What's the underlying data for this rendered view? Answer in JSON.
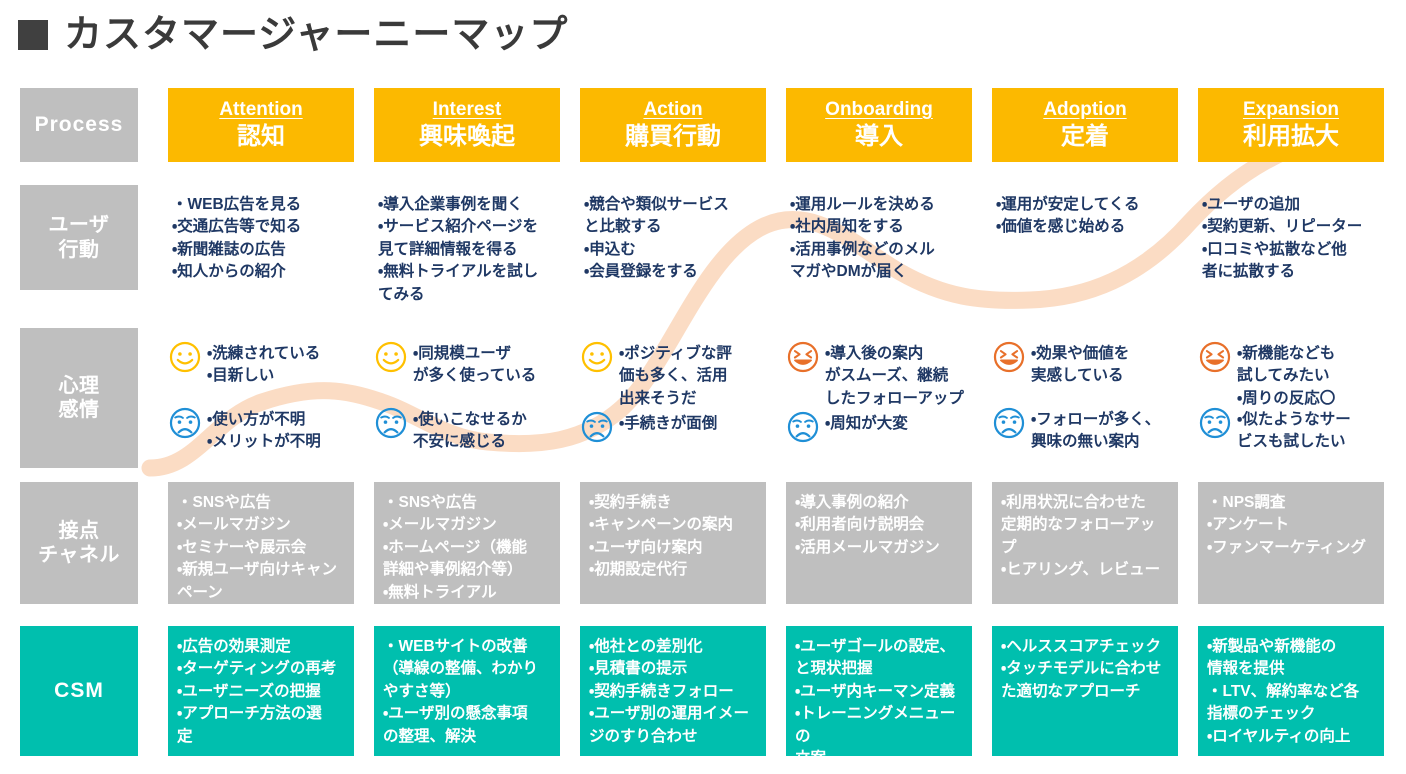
{
  "title": {
    "marker_icon": "square-marker-icon",
    "text": "カスタマージャーニーマップ"
  },
  "colors": {
    "header_yellow": "#fcb900",
    "label_gray": "#bfbfbf",
    "csm_teal": "#00bfae",
    "text_navy": "#1f3864",
    "curve_peach": "#fbdcc4",
    "face_happy_yellow": "#ffc000",
    "face_excited_orange": "#e8702a",
    "face_sad_blue": "#1f8fd6"
  },
  "row_labels": [
    {
      "name": "process",
      "text": "Process",
      "style": "latin-gray"
    },
    {
      "name": "user-action",
      "line1": "ユーザ",
      "line2": "行動",
      "style": "gray"
    },
    {
      "name": "psychology-emotion",
      "line1": "心理",
      "line2": "感情",
      "style": "gray"
    },
    {
      "name": "touchpoint-channel",
      "line1": "接点",
      "line2": "チャネル",
      "style": "gray"
    },
    {
      "name": "csm",
      "text": "CSM",
      "style": "latin-teal"
    }
  ],
  "stages": [
    {
      "en": "Attention",
      "ja": "認知"
    },
    {
      "en": "Interest",
      "ja": "興味喚起"
    },
    {
      "en": "Action",
      "ja": "購買行動"
    },
    {
      "en": "Onboarding",
      "ja": "導入"
    },
    {
      "en": "Adoption",
      "ja": "定着"
    },
    {
      "en": "Expansion",
      "ja": "利用拡大"
    }
  ],
  "user_action": [
    {
      "lines": [
        "・WEB広告を見る",
        "・交通広告等で知る",
        "・新聞雑誌の広告",
        "・知人からの紹介"
      ]
    },
    {
      "lines": [
        "・導入企業事例を聞く",
        "・サービス紹介ページを",
        "見て詳細情報を得る",
        "・無料トライアルを試し",
        "てみる"
      ]
    },
    {
      "lines": [
        "・競合や類似サービス",
        "と比較する",
        "・申込む",
        "・会員登録をする"
      ]
    },
    {
      "lines": [
        "・運用ルールを決める",
        "・社内周知をする",
        "・活用事例などのメル",
        "マガやDMが届く"
      ]
    },
    {
      "lines": [
        "・運用が安定してくる",
        "・価値を感じ始める"
      ]
    },
    {
      "lines": [
        "・ユーザの追加",
        "・契約更新、リピーター",
        "・口コミや拡散など他",
        "者に拡散する"
      ]
    }
  ],
  "emotions": [
    {
      "positive": {
        "face": "happy-face-icon",
        "lines": [
          "・洗練されている",
          "・目新しい"
        ]
      },
      "negative": {
        "face": "sad-face-icon",
        "lines": [
          "・使い方が不明",
          "・メリットが不明"
        ]
      }
    },
    {
      "positive": {
        "face": "happy-face-icon",
        "lines": [
          "・同規模ユーザ",
          "が多く使っている"
        ]
      },
      "negative": {
        "face": "sad-face-icon",
        "lines": [
          "・使いこなせるか",
          "不安に感じる"
        ]
      }
    },
    {
      "positive": {
        "face": "happy-face-icon",
        "lines": [
          "・ポジティブな評",
          "価も多く、活用",
          "出来そうだ"
        ]
      },
      "negative": {
        "face": "sad-face-icon",
        "lines": [
          "・手続きが面倒"
        ]
      }
    },
    {
      "positive": {
        "face": "excited-face-icon",
        "lines": [
          "・導入後の案内",
          "がスムーズ、継続",
          "したフォローアップ"
        ]
      },
      "negative": {
        "face": "sad-face-icon",
        "lines": [
          "・周知が大変"
        ]
      }
    },
    {
      "positive": {
        "face": "excited-face-icon",
        "lines": [
          "・効果や価値を",
          "実感している"
        ]
      },
      "negative": {
        "face": "sad-face-icon",
        "lines": [
          "・フォローが多く、",
          "興味の無い案内"
        ]
      }
    },
    {
      "positive": {
        "face": "excited-face-icon",
        "lines": [
          "・新機能なども",
          "試してみたい",
          "・周りの反応〇"
        ]
      },
      "negative": {
        "face": "sad-face-icon",
        "lines": [
          "・似たようなサー",
          "ビスも試したい"
        ]
      }
    }
  ],
  "channels": [
    {
      "lines": [
        "・SNSや広告",
        "・メールマガジン",
        "・セミナーや展示会",
        "・新規ユーザ向けキャン",
        "ペーン"
      ]
    },
    {
      "lines": [
        "・SNSや広告",
        "・メールマガジン",
        "・ホームページ（機能",
        "詳細や事例紹介等）",
        "・無料トライアル"
      ]
    },
    {
      "lines": [
        "・契約手続き",
        "・キャンペーンの案内",
        "・ユーザ向け案内",
        "・初期設定代行"
      ]
    },
    {
      "lines": [
        "・導入事例の紹介",
        "・利用者向け説明会",
        "・活用メールマガジン"
      ]
    },
    {
      "lines": [
        "・利用状況に合わせた",
        "定期的なフォローアッ",
        "プ",
        "・ヒアリング、レビュー"
      ]
    },
    {
      "lines": [
        "・NPS調査",
        "・アンケート",
        "・ファンマーケティング"
      ]
    }
  ],
  "csm": [
    {
      "lines": [
        "・広告の効果測定",
        "・ターゲティングの再考",
        "・ユーザニーズの把握",
        "・アプローチ方法の選",
        "定"
      ]
    },
    {
      "lines": [
        "・WEBサイトの改善",
        "（導線の整備、わかり",
        "やすさ等）",
        "・ユーザ別の懸念事項",
        "の整理、解決"
      ]
    },
    {
      "lines": [
        "・他社との差別化",
        "・見積書の提示",
        "・契約手続きフォロー",
        "・ユーザ別の運用イメー",
        "ジのすり合わせ"
      ]
    },
    {
      "lines": [
        "・ユーザゴールの設定、",
        "と現状把握",
        "・ユーザ内キーマン定義",
        "・トレーニングメニューの",
        "立案"
      ]
    },
    {
      "lines": [
        "・ヘルススコアチェック",
        "・タッチモデルに合わせ",
        "た適切なアプローチ"
      ]
    },
    {
      "lines": [
        "・新製品や新機能の",
        "情報を提供",
        "・LTV、解約率など各",
        "指標のチェック",
        "・ロイヤルティの向上"
      ]
    }
  ]
}
